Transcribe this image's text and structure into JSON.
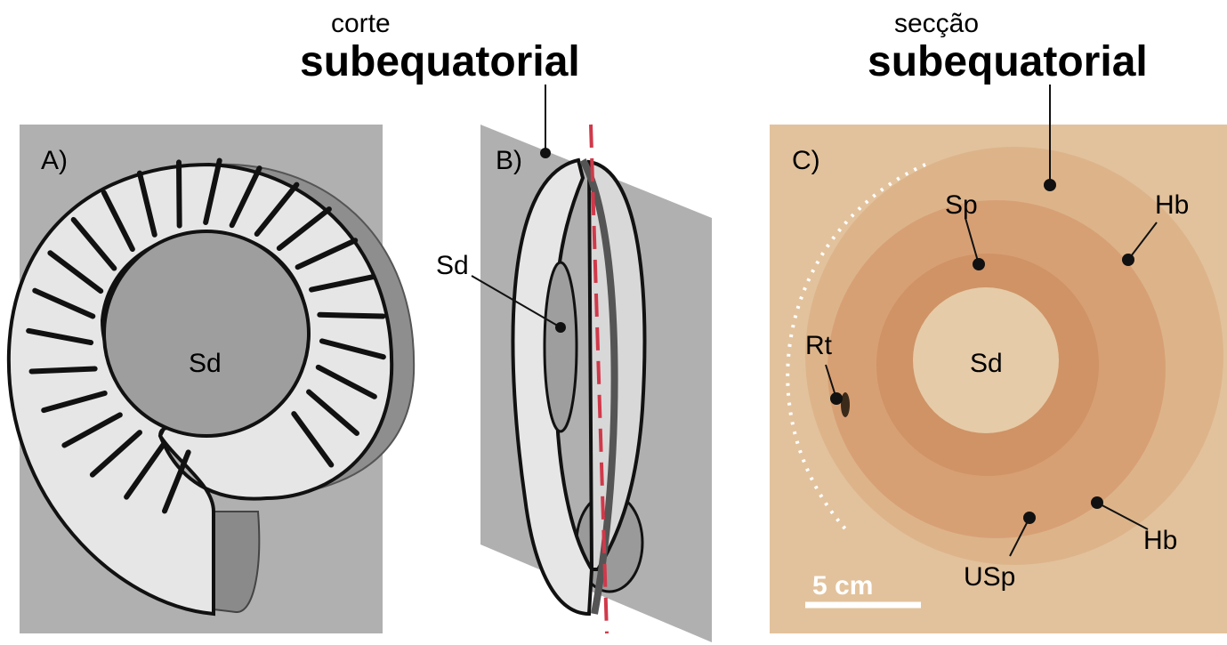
{
  "titles": {
    "b_top": "corte",
    "b_bottom": "subequatorial",
    "c_top": "secção",
    "c_bottom": "subequatorial"
  },
  "panels": {
    "a": {
      "label": "A)",
      "sd": "Sd"
    },
    "b": {
      "label": "B)",
      "sd": "Sd"
    },
    "c": {
      "label": "C)",
      "sp": "Sp",
      "hb1": "Hb",
      "hb2": "Hb",
      "rt": "Rt",
      "sd": "Sd",
      "usp": "USp",
      "scale": "5 cm"
    }
  },
  "colors": {
    "plane_gray": "#b0b0b0",
    "shell_light": "#e6e6e6",
    "cut_red": "#d0394a",
    "matrix_tan": "#e2c29c",
    "ring_brown": "#cf9366"
  }
}
